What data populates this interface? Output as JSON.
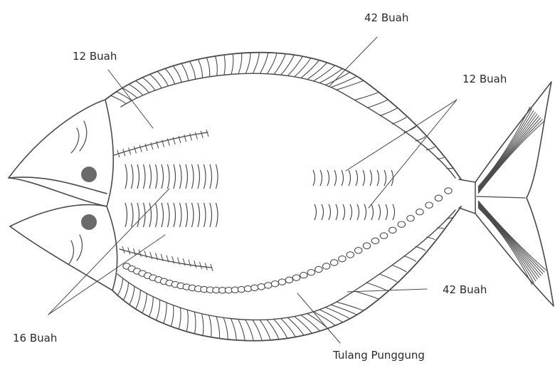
{
  "diagram": {
    "labels": {
      "top_fins": "42 Buah",
      "upper_left": "12 Buah",
      "right_rows": "12 Buah",
      "bottom_fins": "42 Buah",
      "lower_left": "16 Buah",
      "spine": "Tulang Punggung"
    },
    "colors": {
      "ink": "#4a4a4a",
      "eye": "#6a6a6a",
      "background": "#ffffff"
    }
  }
}
